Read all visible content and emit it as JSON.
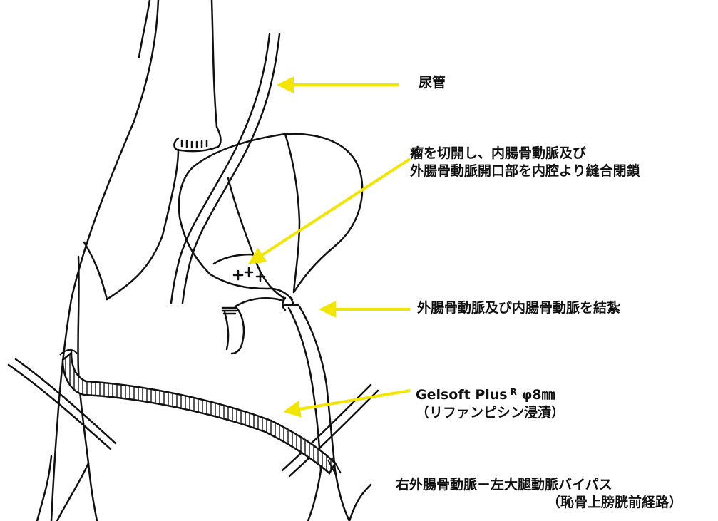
{
  "labels": {
    "ureter": "尿管",
    "aneurysm_line1": "瘤を切開し、内腸骨動脈及び",
    "aneurysm_line2": "外腸骨動脈開口部を内腔より縫合閉鎖",
    "ligation": "外腸骨動脈及び内腸骨動脈を結紮",
    "graft_name": "Gelsoft Plus",
    "graft_sup": "R",
    "graft_size": "φ8㎜",
    "graft_note": "（リファンピシン浸漬）",
    "bypass_line1": "右外腸骨動脈－左大腿動脈バイパス",
    "bypass_line2": "（恥骨上膀胱前経路）"
  },
  "colors": {
    "arrow": "#f2e600",
    "ink": "#111111",
    "background": "#ffffff"
  }
}
